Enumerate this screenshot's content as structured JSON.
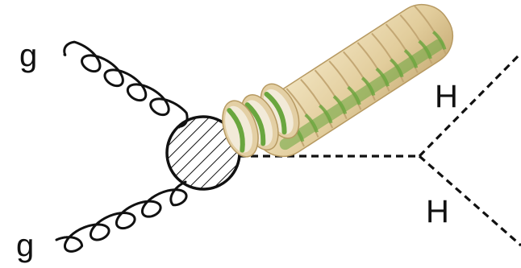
{
  "labels": {
    "gluon_top": "g",
    "gluon_bottom": "g",
    "higgs_upper": "H",
    "higgs_lower": "H"
  },
  "vertex": {
    "style": "hatched-circle"
  },
  "propagator": {
    "style": "dashed"
  },
  "decoration": {
    "object": "garlic-bread-loaf",
    "colors": {
      "crust": "#e3cfa4",
      "crumb": "#f2ead8",
      "herb": "#6aa63e"
    }
  },
  "colors": {
    "line": "#111111",
    "background": "#ffffff"
  }
}
